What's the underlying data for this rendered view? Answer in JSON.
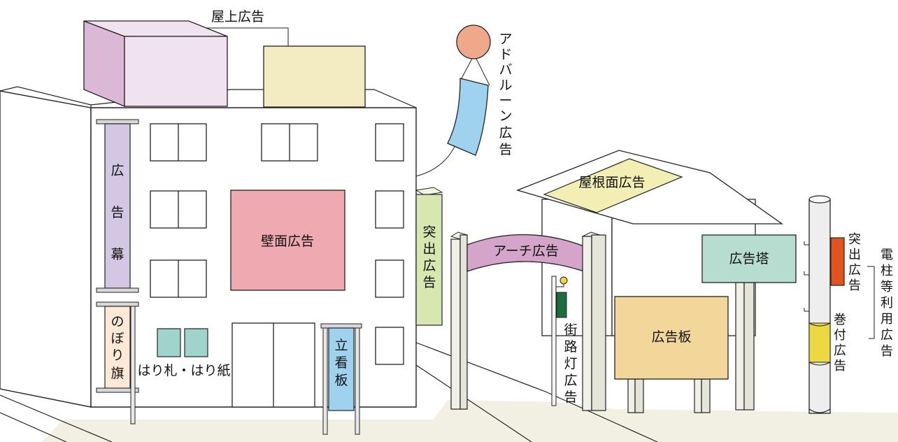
{
  "labels": {
    "rooftop": "屋上広告",
    "adballoon": [
      "ア",
      "ド",
      "バ",
      "ル",
      "ー",
      "ン",
      "広",
      "告"
    ],
    "banner": [
      "広",
      "告",
      "幕"
    ],
    "wall": "壁面広告",
    "projecting": [
      "突",
      "出",
      "広",
      "告"
    ],
    "nobori": [
      "の",
      "ぼ",
      "り",
      "旗"
    ],
    "posters": "はり札・はり紙",
    "standing": [
      "立",
      "看",
      "板"
    ],
    "arch": "アーチ広告",
    "roof": "屋根面広告",
    "streetlight": [
      "街",
      "路",
      "灯",
      "広",
      "告"
    ],
    "tower": "広告塔",
    "billboard": "広告板",
    "pole_projecting": [
      "突",
      "出",
      "広",
      "告"
    ],
    "pole_wrapped": [
      "巻",
      "付",
      "広",
      "告"
    ],
    "pole_use": [
      "電",
      "柱",
      "等",
      "利",
      "用",
      "広",
      "告"
    ]
  },
  "colors": {
    "rooftop_box_side": "#dbb8d6",
    "rooftop_box_front": "#f1e2ef",
    "rooftop_sign": "#f3ecc2",
    "balloon": "#f0a88a",
    "balloon_banner": "#9fd2ee",
    "banner": "#d2c8e4",
    "wall_sign": "#eeaab0",
    "projecting_sign": "#d6e8b0",
    "nobori": "#fde9d6",
    "posters": "#9fd4cd",
    "standing_sign": "#9fd2ee",
    "arch": "#d4a4cb",
    "roof_sign": "#f3efb4",
    "streetlight_sign": "#1a6e3c",
    "tower": "#b6ddd0",
    "billboard": "#f3d69a",
    "pole_projecting": "#e2531e",
    "pole_wrapped": "#ecd941",
    "ground": "#f1f0e3"
  }
}
